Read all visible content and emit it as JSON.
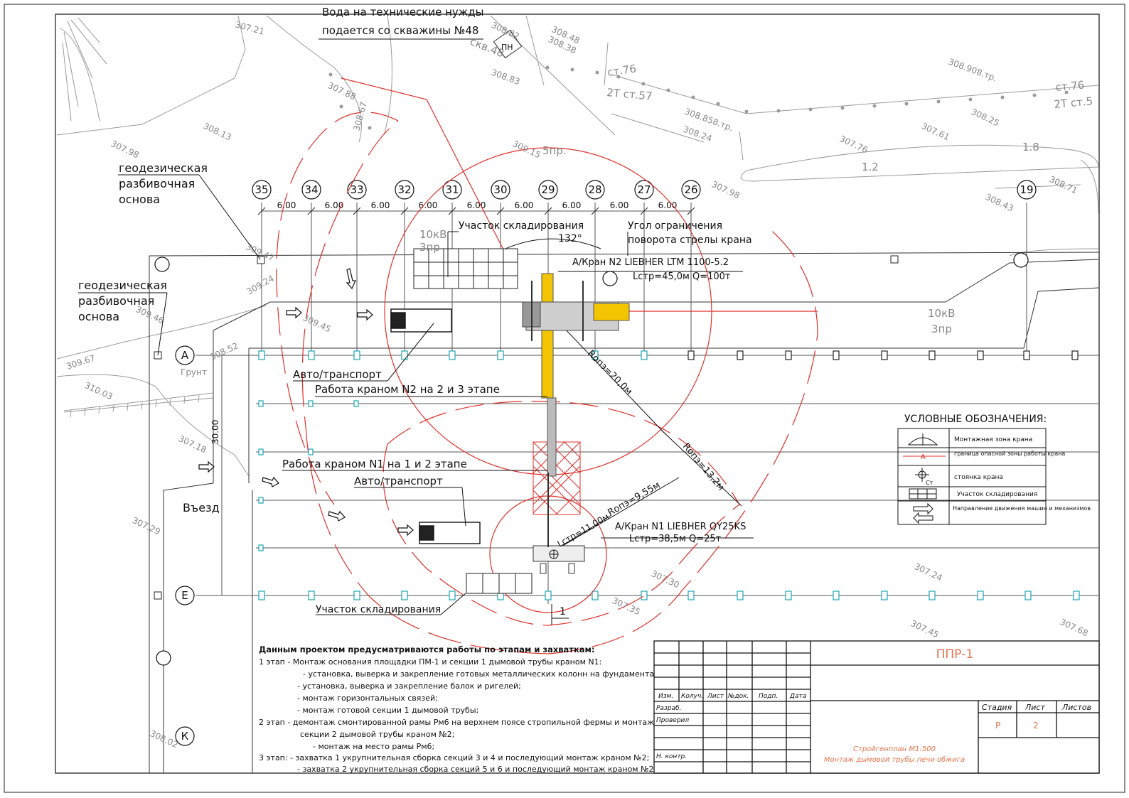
{
  "notes_top": {
    "line1": "Вода на технические нужды",
    "line2": "подается со скважины №48"
  },
  "well": {
    "label": "скв.48",
    "code": "ПН"
  },
  "geodetic_1": {
    "l1": "геодезическая",
    "l2": "разбивочная",
    "l3": "основа"
  },
  "geodetic_2": {
    "l1": "геодезическая",
    "l2": "разбивочная",
    "l3": "основа"
  },
  "axes_numbers": [
    "35",
    "34",
    "33",
    "32",
    "31",
    "30",
    "29",
    "28",
    "27",
    "26",
    "19"
  ],
  "axes_letters": [
    "А",
    "Е",
    "К"
  ],
  "spacing": [
    "6.00",
    "6.00",
    "6.00",
    "6.00",
    "6.00",
    "6.00",
    "6.00",
    "6.00",
    "6.00"
  ],
  "dim_vertical": "30.00",
  "storage_1": "Участок складирования",
  "storage_2": "Участок складирования",
  "angle_note": {
    "l1": "Угол ограничения",
    "l2": "поворота стрелы крана",
    "value": "132°"
  },
  "crane2": {
    "l1": "А/Кран N2 LIEBHER LTM 1100-5.2",
    "l2": "Lстр=45,0м Q=100т"
  },
  "crane1": {
    "l1": "А/Кран N1 LIEBHER QY25KS",
    "l2": "Lстр=38,5м Q=25т"
  },
  "radii": {
    "r20": "Rопэ=20,0м",
    "r13": "Rопэ=13,2м",
    "r955": "Rопэ=9,55м",
    "lstr11": "Lстр=11,00м"
  },
  "labels": {
    "auto1": "Авто/транспорт",
    "auto2": "Авто/транспорт",
    "work2": "Работа краном N2 на 2 и 3 этапе",
    "work1": "Работа краном N1 на 1 и 2 этапе",
    "entry": "Въезд",
    "kv10_1": "10кВ",
    "kv10_2": "10кВ",
    "pr3_1": "3пр",
    "pr3_2": "3пр",
    "pr5": "5пр.",
    "st76_1": "ст.76",
    "st76_2": "ст.76",
    "t2st57": "2Т ст.57",
    "t2st5": "2Т ст.5",
    "tr1": "308.858.тр.",
    "tr2": "308.908.тр.",
    "v12": "1.2",
    "v18": "1.8",
    "section": "1",
    "grunt": "Грунт"
  },
  "elevations": [
    "307.21",
    "308.82",
    "308.48",
    "308.38",
    "308.83",
    "307.88",
    "308.13",
    "307.98",
    "309.15",
    "308.24",
    "307.76",
    "307.61",
    "308.25",
    "308.71",
    "308.43",
    "307.98",
    "309.47",
    "309.24",
    "309.46",
    "309.45",
    "309.67",
    "310.03",
    "307.18",
    "307.29",
    "308.02",
    "307.24",
    "307.30",
    "307.35",
    "307.45",
    "307.68",
    "308.52",
    "308.67"
  ],
  "legend": {
    "title": "УСЛОВНЫЕ ОБОЗНАЧЕНИЯ:",
    "rows": [
      "Монтажная зона крана",
      "граница опасной зоны работы крана",
      "стоянка крана",
      "Участок складирования",
      "Направление движения машин и механизмов"
    ],
    "symbol_a": "А",
    "symbol_ct": "Ст"
  },
  "notes": {
    "title": "Данным проектом предусматриваются работы по этапам и захваткам:",
    "lines": [
      "1 этап -  Монтаж основания площадки ПМ-1 и секции 1 дымовой трубы краном N1:",
      "- установка, выверка и закрепление готовых металлических колонн на фундаментах;",
      "- установка, выверка и закрепление балок и ригелей;",
      "- монтаж горизонтальных связей;",
      "- монтаж готовой секции 1 дымовой трубы;",
      "2 этап - демонтаж смонтированной рамы Рм6 на верхнем поясе стропильной фермы и монтаж",
      "секции 2 дымовой трубы краном №2;",
      "- монтаж на место рамы Рм6;",
      "3 этап: - захватка 1  укрупнительная сборка секций 3 и 4 и последующий монтаж краном №2;",
      "- захватка 2  укрупнительная сборка секций 5 и 6 и последующий монтаж краном №2"
    ]
  },
  "stamp": {
    "code": "ППР-1",
    "headers": [
      "Изм.",
      "Колуч.",
      "Лист",
      "№док.",
      "Подп.",
      "Дата"
    ],
    "roles": [
      "Разраб.",
      "Проверил",
      "Н. контр."
    ],
    "stage_h": "Стадия",
    "sheet_h": "Лист",
    "sheets_h": "Листов",
    "stage": "Р",
    "sheet": "2",
    "title1": "Стройгенплан  М1:500",
    "title2": "Монтаж дымовой трубы печи обжига"
  },
  "colors": {
    "red": "#e0302a",
    "crane_yellow": "#f2c500",
    "cyan": "#19a8b5",
    "stamp_red": "#e8734a"
  }
}
